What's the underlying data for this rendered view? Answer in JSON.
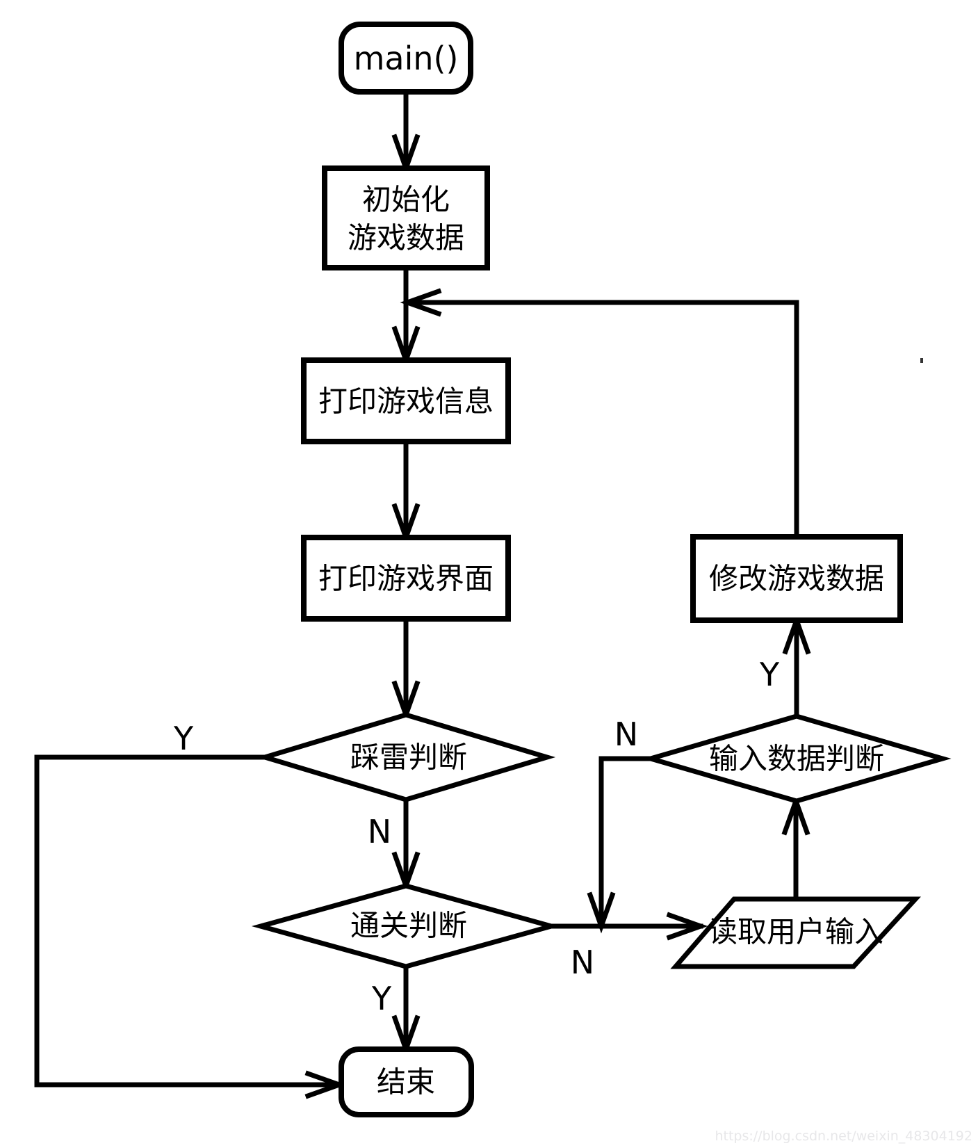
{
  "diagram": {
    "type": "flowchart",
    "background": "#ffffff",
    "stroke_color": "#000000"
  },
  "nodes": {
    "main": {
      "label": "main()",
      "shape": "terminator"
    },
    "init": {
      "line1": "初始化",
      "line2": "游戏数据",
      "shape": "process"
    },
    "print_info": {
      "label": "打印游戏信息",
      "shape": "process"
    },
    "print_ui": {
      "label": "打印游戏界面",
      "shape": "process"
    },
    "mine_check": {
      "label": "踩雷判断",
      "shape": "decision"
    },
    "win_check": {
      "label": "通关判断",
      "shape": "decision"
    },
    "end": {
      "label": "结束",
      "shape": "terminator"
    },
    "read_input": {
      "label": "读取用户输入",
      "shape": "io-parallelogram"
    },
    "input_check": {
      "label": "输入数据判断",
      "shape": "decision"
    },
    "update_data": {
      "label": "修改游戏数据",
      "shape": "process"
    }
  },
  "edge_labels": {
    "mine_yes": "Y",
    "mine_no": "N",
    "win_yes": "Y",
    "win_no": "N",
    "input_no": "N",
    "input_yes": "Y"
  },
  "watermark": "https://blog.csdn.net/weixin_48304192"
}
